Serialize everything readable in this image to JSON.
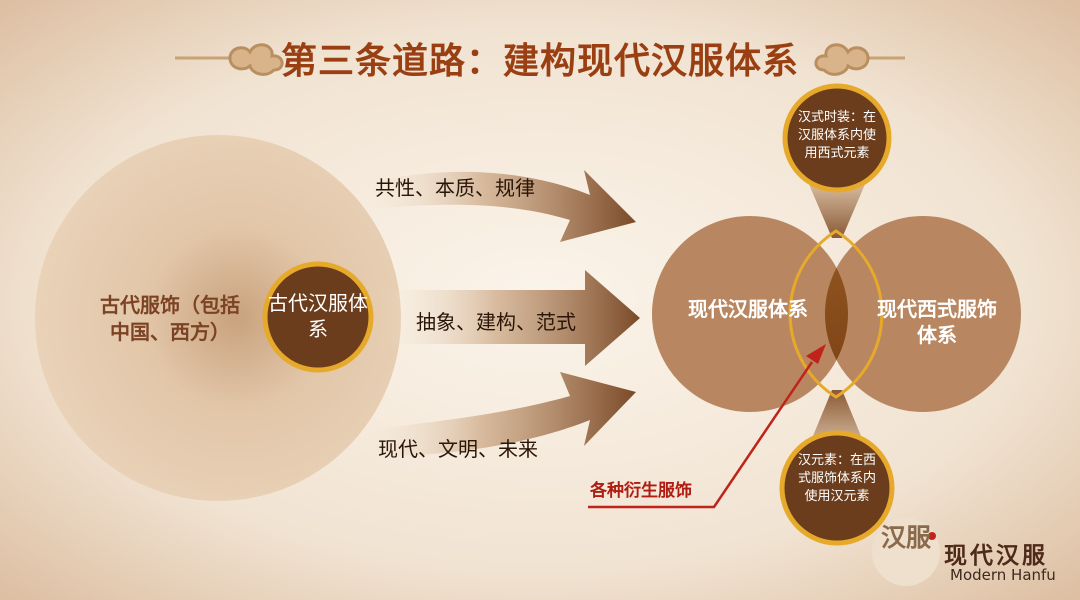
{
  "title": "第三条道路：建构现代汉服体系",
  "left": {
    "outer_label": "古代服饰（包括中国、西方）",
    "inner_label": "古代汉服体系"
  },
  "arrows": [
    {
      "label": "共性、本质、规律"
    },
    {
      "label": "抽象、建构、范式"
    },
    {
      "label": "现代、文明、未来"
    }
  ],
  "right": {
    "left_circle": "现代汉服体系",
    "right_circle": "现代西式服饰体系",
    "top_note": "汉式时装：在汉服体系内使用西式元素",
    "bottom_note": "汉元素：在西式服饰体系内使用汉元素",
    "derivative_label": "各种衍生服饰"
  },
  "logo": {
    "seal": "汉服",
    "name": "现代汉服",
    "name_en": "Modern Hanfu"
  },
  "colors": {
    "title": "#9a3f12",
    "circle": "#b88761",
    "lens": "#8a4a18",
    "gold_ring": "#e6a92a",
    "dark_circle": "#6b3d1c",
    "red_line": "#c0231a"
  }
}
